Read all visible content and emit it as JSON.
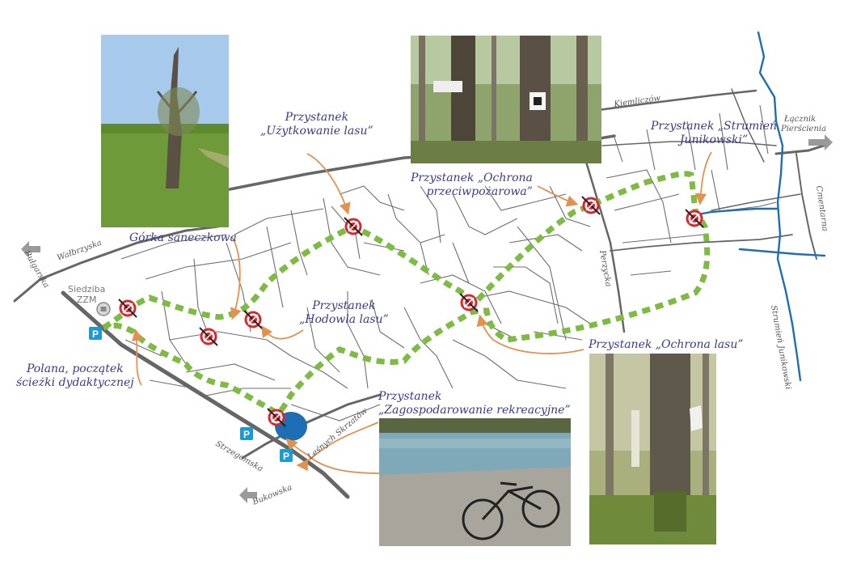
{
  "labels": {
    "gorka": "Górka saneczkowa",
    "uzytkowanie_1": "Przystanek",
    "uzytkowanie_2": "„Użytkowanie lasu”",
    "ochrona_ppoz_1": "Przystanek „Ochrona",
    "ochrona_ppoz_2": "przeciwpożarowa”",
    "strumien_1": "Przystanek „Strumień",
    "strumien_2": "Junikowski”",
    "hodowla_1": "Przystanek",
    "hodowla_2": "„Hodowla lasu”",
    "ochrona_lasu": "Przystanek „Ochrona lasu”",
    "polana_1": "Polana, początek",
    "polana_2": "ścieżki dydaktycznej",
    "zagosp_1": "Przystanek",
    "zagosp_2": "„Zagospodarowanie rekreacyjne”",
    "siedziba_1": "Siedziba",
    "siedziba_2": "ZZM"
  },
  "streets": {
    "walbrzyska": "Wałbrzyska",
    "bulgarska": "Bułgarska",
    "kiemliczow": "Kiemliczów",
    "lacznik_1": "Łącznik",
    "lacznik_2": "Pierścienia",
    "cmentarna": "Cmentarna",
    "strumien_junikowski": "Strumień Junikowski",
    "perzycka": "Perzycka",
    "lesnych_skrzatow": "Leśnych Skrzatów",
    "strzegomska": "Strzegomska",
    "bukowska": "Bukowska"
  },
  "parking_symbol": "P",
  "colors": {
    "route": "#7dbb42",
    "stop_ring": "#d7282f",
    "pointer": "#e29150",
    "water": "#1e6eb4",
    "main_road": "#666666",
    "street": "#6e6e6e",
    "label": "#3a3a8a",
    "parking": "#1b9ad6"
  },
  "icons": {
    "stop": "no-entry-stop-icon",
    "parking": "parking-icon",
    "building": "building-icon",
    "arrow": "direction-arrow-icon"
  }
}
